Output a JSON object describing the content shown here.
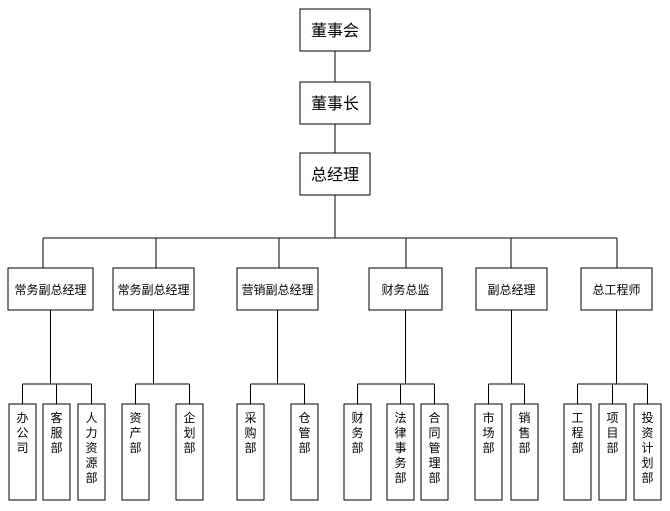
{
  "chart": {
    "board": "董事会",
    "chairman": "董事长",
    "gm": "总经理",
    "branches": [
      {
        "label": "常务副总经理",
        "children": [
          "办公司",
          "客服部",
          "人力资源部"
        ]
      },
      {
        "label": "常务副总经理",
        "children": [
          "资产部",
          "企划部"
        ]
      },
      {
        "label": "营销副总经理",
        "children": [
          "采购部",
          "仓管部"
        ]
      },
      {
        "label": "财务总监",
        "children": [
          "财务部",
          "法律事务部",
          "合同管理部"
        ]
      },
      {
        "label": "副总经理",
        "children": [
          "市场部",
          "销售部"
        ]
      },
      {
        "label": "总工程师",
        "children": [
          "工程部",
          "项目部",
          "投资计划部"
        ]
      }
    ]
  }
}
